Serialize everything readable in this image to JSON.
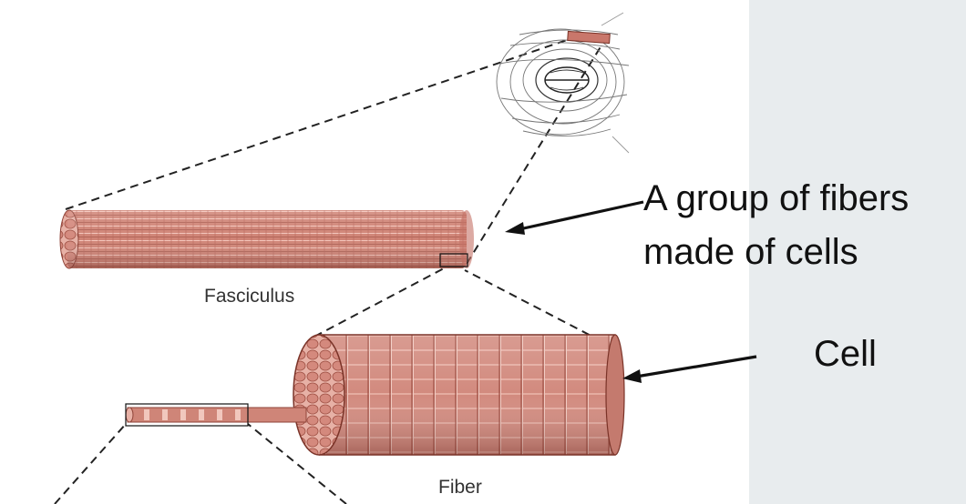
{
  "colors": {
    "muscle": "#c9776b",
    "muscle_light": "#e6a89c",
    "muscle_dark": "#8f4338",
    "side_panel": "#e8ecee",
    "arrow": "#111111",
    "dash": "#222222"
  },
  "labels": {
    "fasciculus": "Fasciculus",
    "fiber": "Fiber",
    "group_line1": "A group of fibers",
    "group_line2": "made of cells",
    "cell": "Cell"
  }
}
